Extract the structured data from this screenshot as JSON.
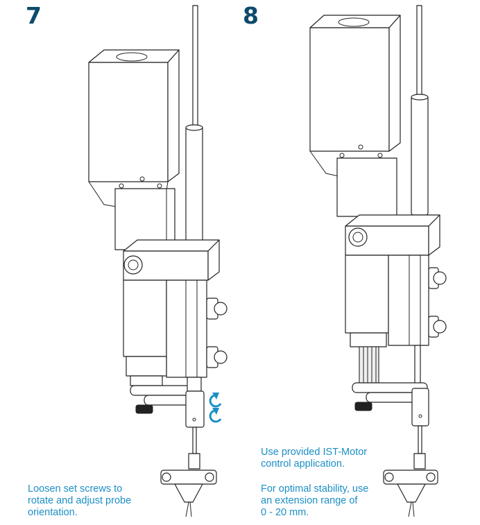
{
  "steps": [
    {
      "number": "7",
      "caption": "Loosen set screws to\nrotate and adjust probe\norientation."
    },
    {
      "number": "8",
      "caption_1": "Use provided IST-Motor\ncontrol application.",
      "caption_2": "For optimal stability, use\nan extension range of\n0 - 20 mm."
    }
  ],
  "colors": {
    "step_number": "#0d4a6b",
    "caption": "#1b8fc5",
    "arrow": "#1b8fc5",
    "line": "#222222"
  },
  "icons": [
    "rotate-arrow-icon"
  ]
}
